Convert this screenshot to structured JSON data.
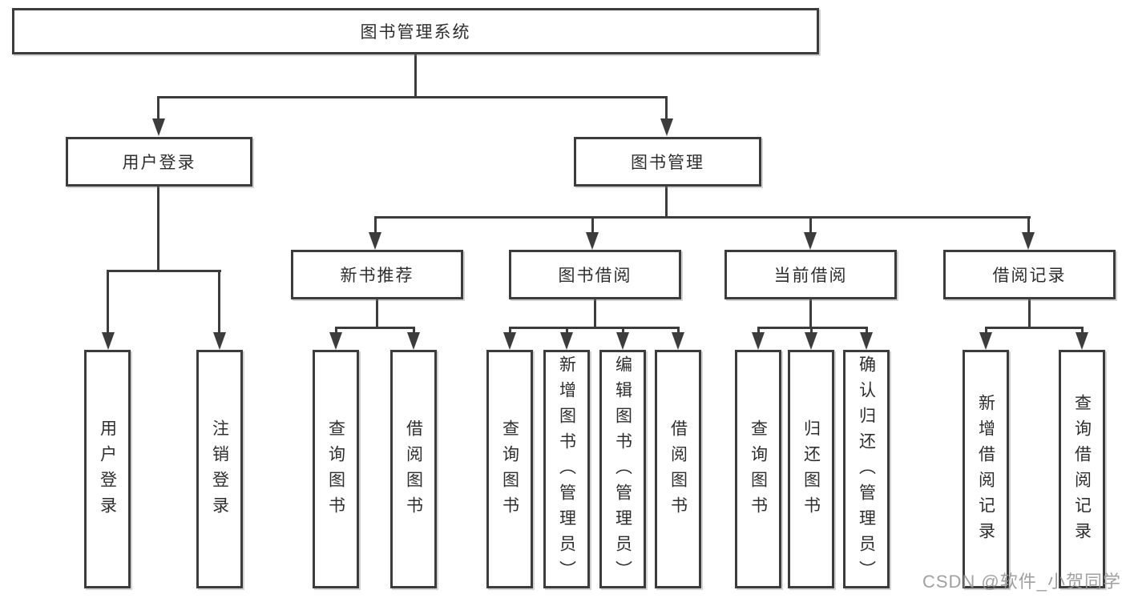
{
  "watermark": "CSDN @软件_小贺同学",
  "colors": {
    "line": "#3c3c3c",
    "text": "#2e2e2e",
    "watermark": "#969696",
    "background": "#ffffff"
  },
  "tree": {
    "root": "图书管理系统",
    "children": [
      {
        "label": "用户登录",
        "children": [
          {
            "label": "用户登录"
          },
          {
            "label": "注销登录"
          }
        ]
      },
      {
        "label": "图书管理",
        "children": [
          {
            "label": "新书推荐",
            "children": [
              {
                "label": "查询图书"
              },
              {
                "label": "借阅图书"
              }
            ]
          },
          {
            "label": "图书借阅",
            "children": [
              {
                "label": "查询图书"
              },
              {
                "label": "新增图书（管理员）"
              },
              {
                "label": "编辑图书（管理员）"
              },
              {
                "label": "借阅图书"
              }
            ]
          },
          {
            "label": "当前借阅",
            "children": [
              {
                "label": "查询图书"
              },
              {
                "label": "归还图书"
              },
              {
                "label": "确认归还（管理员）"
              }
            ]
          },
          {
            "label": "借阅记录",
            "children": [
              {
                "label": "新增借阅记录"
              },
              {
                "label": "查询借阅记录"
              }
            ]
          }
        ]
      }
    ]
  }
}
